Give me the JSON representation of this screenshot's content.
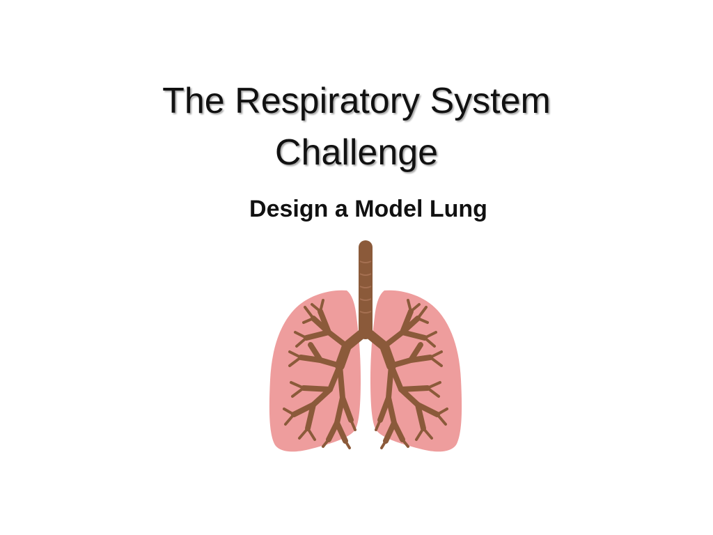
{
  "slide": {
    "title_line1": "The Respiratory System",
    "title_line2": "Challenge",
    "subtitle": "Design a Model Lung"
  },
  "illustration": {
    "icon": "lungs-icon",
    "lung_color": "#ee9d9d",
    "airway_color": "#8b5a3a"
  }
}
